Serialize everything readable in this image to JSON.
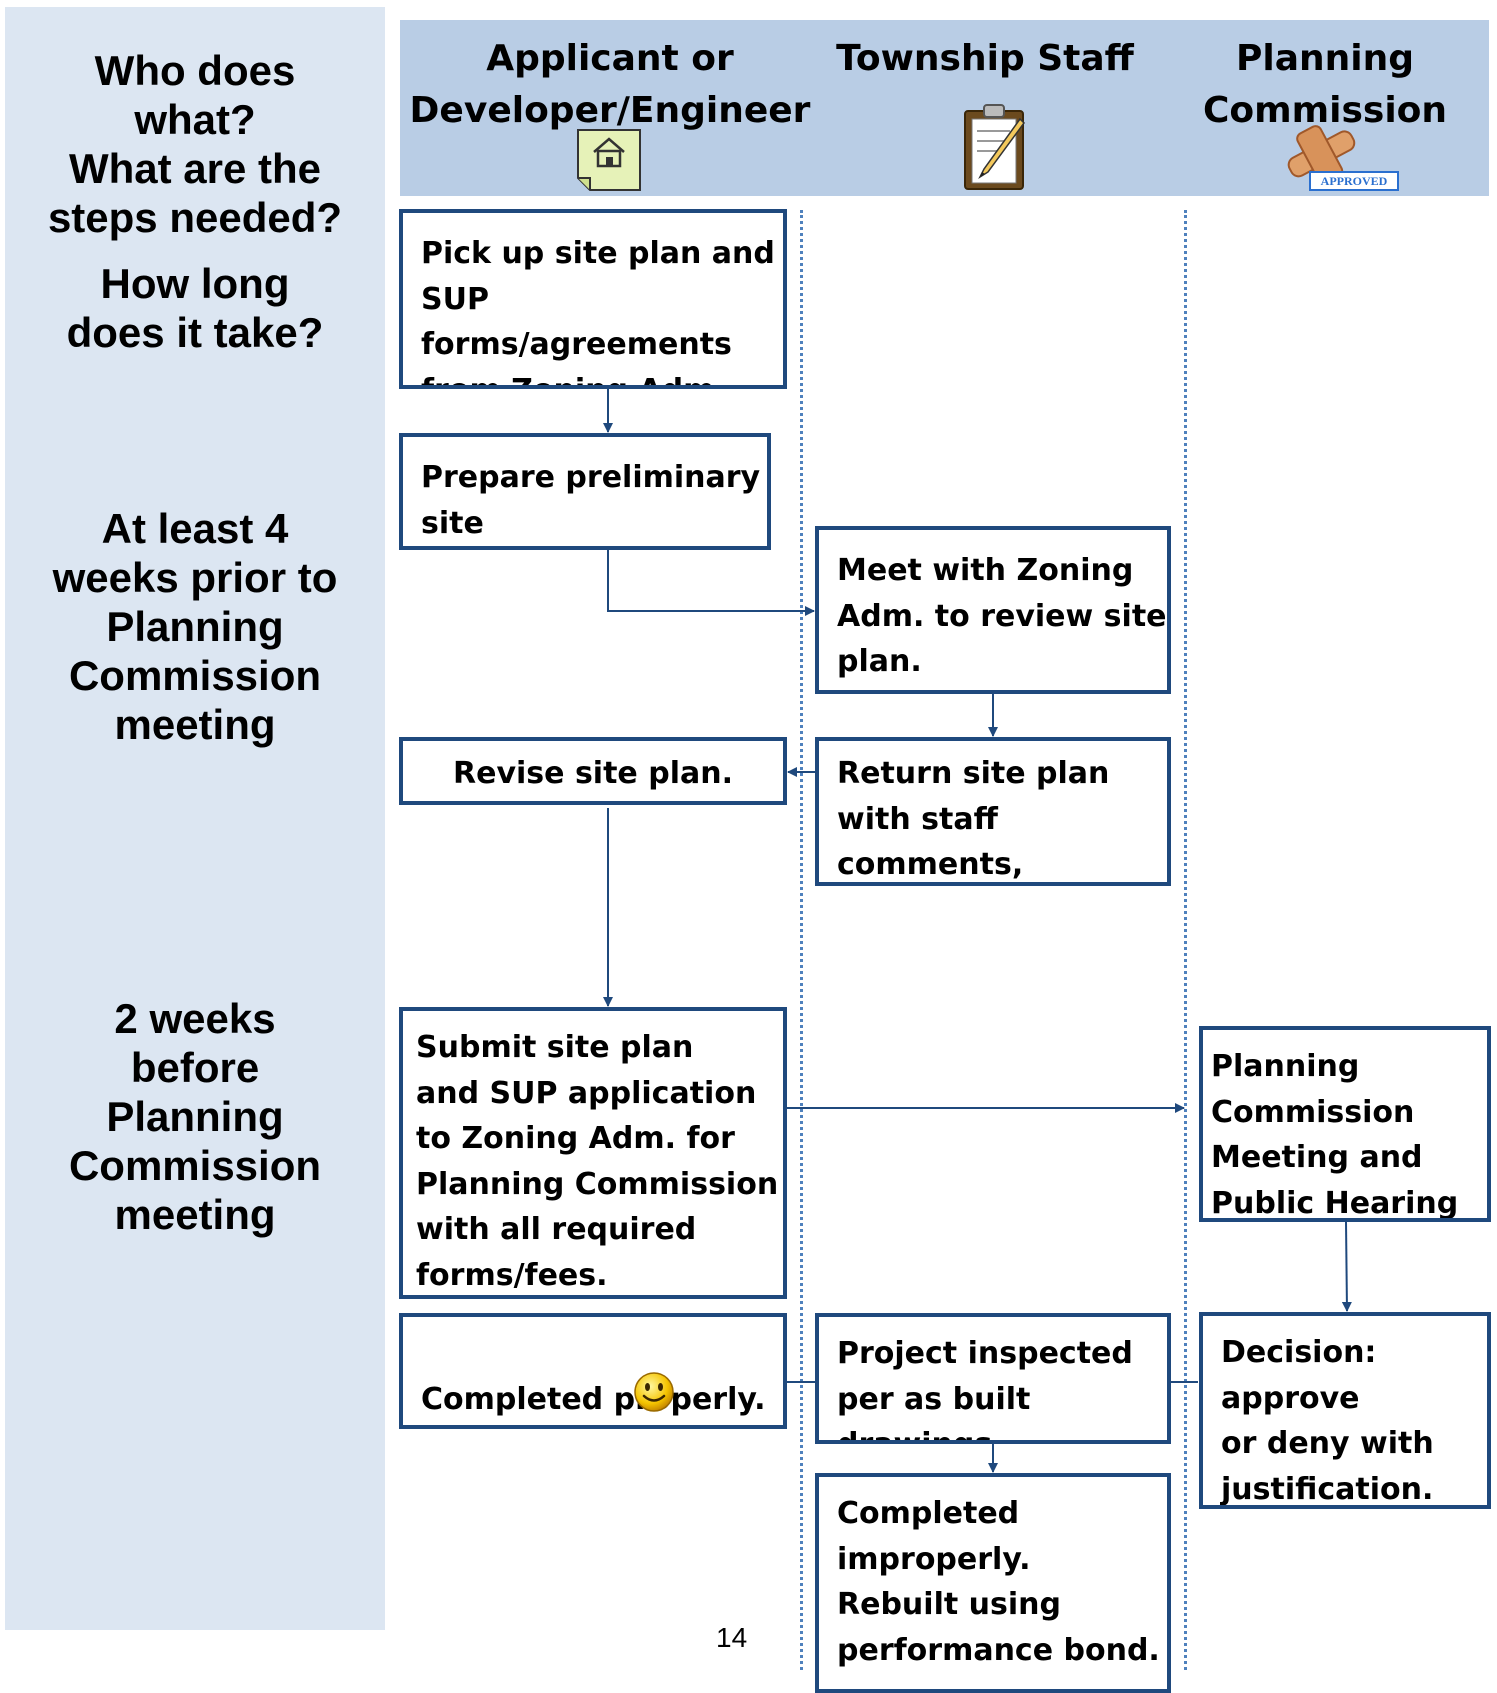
{
  "sidebar": {
    "q1": "Who does\nwhat?\nWhat are the\nsteps needed?",
    "q2": "How long\ndoes it take?",
    "timing1": "At least 4\nweeks prior to\nPlanning\nCommission\nmeeting",
    "timing2": "2 weeks\nbefore\nPlanning\nCommission\nmeeting"
  },
  "columns": {
    "applicant": "Applicant or\nDeveloper/Engineer",
    "staff": "Township Staff",
    "commission": "Planning\nCommission",
    "stamp_label": "APPROVED"
  },
  "steps": {
    "pickup": "Pick up site plan and\nSUP forms/agreements\nfrom Zoning Adm.",
    "prepare": "Prepare preliminary\nsite plan/application.",
    "meet": "Meet with Zoning\nAdm. to review site\nplan.",
    "revise": "Revise site plan.",
    "return_plan": "Return site plan\nwith staff comments,\nDPW, Police, Fire.",
    "submit": "Submit site plan\nand SUP application\nto Zoning Adm. for\nPlanning Commission\nwith all required\nforms/fees.",
    "pc_meeting": "Planning\nCommission\nMeeting and\nPublic Hearing",
    "completed_ok": "Completed properly.\nGood job!",
    "inspected": "Project inspected\nper as built drawings",
    "decision": "Decision:\napprove\nor deny with\njustification.",
    "completed_bad": "Completed\nimproperly.\nRebuilt using\nperformance bond."
  },
  "icons": {
    "applicant": "house-note-icon",
    "staff": "clipboard-pencil-icon",
    "commission": "gavel-approved-icon",
    "smiley": "smiley-face-icon"
  },
  "colors": {
    "box_border": "#1f497d",
    "header_band": "#b9cde5",
    "left_panel": "#dce6f2",
    "lane_divider": "#4f81bd"
  },
  "footer": {
    "page_number": "14"
  }
}
